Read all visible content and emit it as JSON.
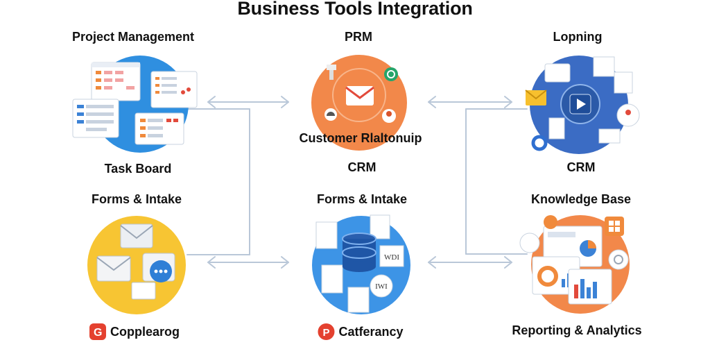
{
  "title": "Business Tools Integration",
  "nodes": {
    "top_left": {
      "header": "Project Management",
      "footer": "Task Board"
    },
    "top_mid": {
      "header": "PRM",
      "inner": "Customer Rlaltonuip",
      "footer": "CRM"
    },
    "top_right": {
      "header": "Lopning",
      "footer": "CRM"
    },
    "bot_left": {
      "header": "Forms & Intake",
      "footer": "Copplearog"
    },
    "bot_mid": {
      "header": "Forms & Intake",
      "footer": "Catferancy",
      "doc1": "WDI",
      "doc2": "IWI"
    },
    "bot_right": {
      "header": "Knowledge Base",
      "footer": "Reporting & Analytics"
    }
  },
  "colors": {
    "blue": "#2f8fe0",
    "orange": "#f2884a",
    "navy": "#3b6cc4",
    "yellow": "#f7c533",
    "connector": "#b9c7d8",
    "brand_red": "#e4412f"
  },
  "icons": {
    "top_left": "kanban-board-icon",
    "top_mid": "mail-contacts-icon",
    "top_right": "media-hub-icon",
    "bot_left": "envelopes-chat-icon",
    "bot_mid": "database-documents-icon",
    "bot_right": "dashboard-charts-icon"
  }
}
